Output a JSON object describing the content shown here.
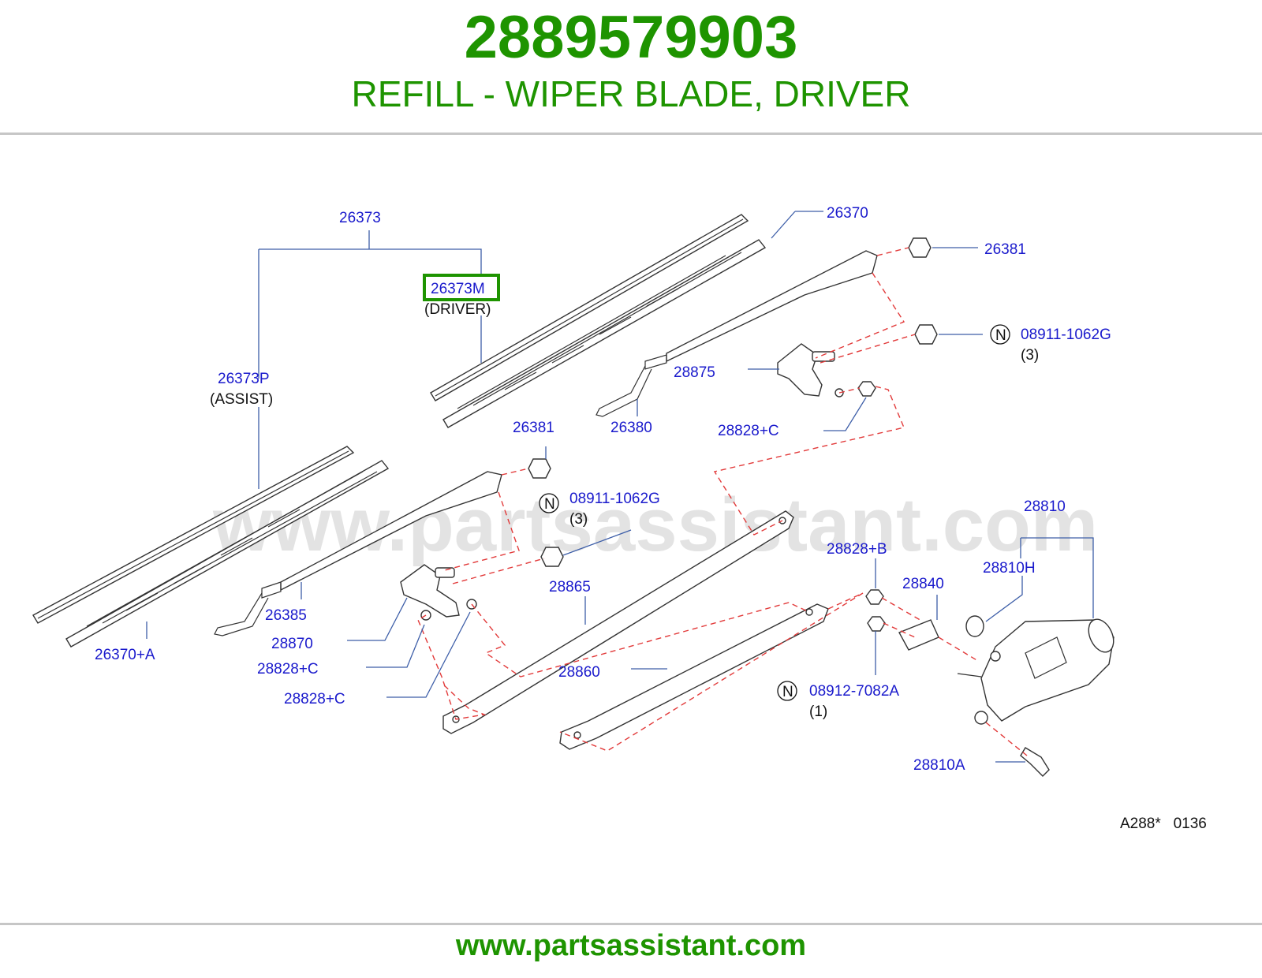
{
  "header": {
    "part_number": "2889579903",
    "description": "REFILL - WIPER BLADE, DRIVER"
  },
  "watermark": "www.partsassistant.com",
  "footer": {
    "url": "www.partsassistant.com"
  },
  "callouts": {
    "c26373": "26373",
    "c26373m": "26373M",
    "driver": "(DRIVER)",
    "c26373p": "26373P",
    "assist": "(ASSIST)",
    "c26370": "26370",
    "c26381a": "26381",
    "c08911a": "08911-1062G",
    "qty3a": "(3)",
    "c28875": "28875",
    "c26380": "26380",
    "c28828c_a": "28828+C",
    "c26381b": "26381",
    "c08911b": "08911-1062G",
    "qty3b": "(3)",
    "c26385": "26385",
    "c26370a": "26370+A",
    "c28870": "28870",
    "c28828c_b": "28828+C",
    "c28828c_c": "28828+C",
    "c28865": "28865",
    "c28860": "28860",
    "c28810": "28810",
    "c28810h": "28810H",
    "c28828b": "28828+B",
    "c28840": "28840",
    "c08912": "08912-7082A",
    "qty1": "(1)",
    "c28810a": "28810A",
    "n": "N",
    "ref": "A288*   0136"
  },
  "colors": {
    "brand_green": "#1e9400",
    "callout_blue": "#1a1acc",
    "highlight_green": "#1e9400",
    "dashed_red": "#e23a3a"
  }
}
